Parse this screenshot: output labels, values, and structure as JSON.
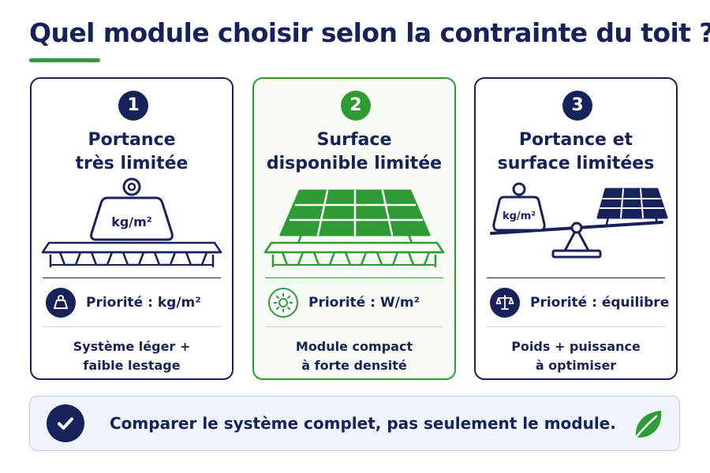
{
  "title": "Quel module choisir selon la contrainte du toit ?",
  "colors": {
    "navy": "#17215a",
    "green": "#2e9b34",
    "banner_bg": "#eef3fc",
    "light_green_bg": "#f6fbf4"
  },
  "cards": [
    {
      "number": "1",
      "title_line1": "Portance",
      "title_line2": "très limitée",
      "weight_label": "kg/m²",
      "priority_icon": "weight-icon",
      "priority": "Priorité : kg/m²",
      "desc_line1": "Système léger +",
      "desc_line2": "faible lestage"
    },
    {
      "number": "2",
      "title_line1": "Surface",
      "title_line2": "disponible limitée",
      "priority_icon": "sun-icon",
      "priority": "Priorité : W/m²",
      "desc_line1": "Module compact",
      "desc_line2": "à forte densité"
    },
    {
      "number": "3",
      "title_line1": "Portance et",
      "title_line2": "surface limitées",
      "weight_label": "kg/m²",
      "priority_icon": "scale-icon",
      "priority": "Priorité : équilibre",
      "desc_line1": "Poids + puissance",
      "desc_line2": "à optimiser"
    }
  ],
  "banner": {
    "icon": "check-icon",
    "text": "Comparer le système complet, pas seulement le module.",
    "end_icon": "leaf-icon"
  }
}
